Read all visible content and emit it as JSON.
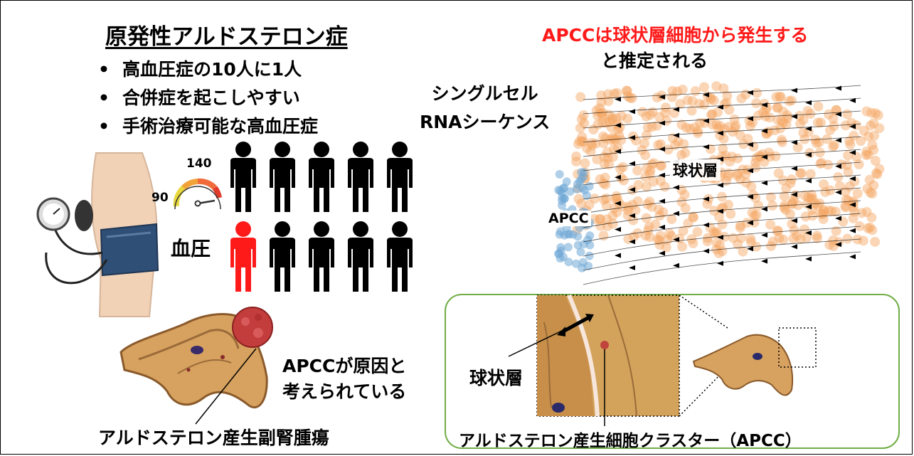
{
  "left_panel": {
    "title": "原発性アルドステロン症",
    "bullets": [
      "高血圧症の10人に1人",
      "合併症を起こしやすい",
      "手術治療可能な高血圧症"
    ],
    "bullet_marker": "•",
    "gauge": {
      "top_value": "140",
      "left_value": "90"
    },
    "bp_label": "血圧",
    "people": {
      "total": 10,
      "highlighted": 1,
      "colors": {
        "normal": "#000000",
        "highlighted": "#ff1a1a"
      }
    },
    "apcc_cause_lines": [
      "APCCが原因と",
      "考えられている"
    ],
    "tumor_label": "アルドステロン産生副腎腫瘍"
  },
  "middle": {
    "method_lines": [
      "シングルセル",
      "RNAシーケンス"
    ]
  },
  "right_panel": {
    "headline_red": "APCCは球状層細胞から発生する",
    "headline_black": "と推定される",
    "umap": {
      "label_zg": "球状層",
      "label_apcc": "APCC",
      "colors": {
        "zg": "#f4a460",
        "apcc": "#6fa8d6",
        "arrows": "#000000"
      }
    }
  },
  "inset": {
    "zg_label": "球状層",
    "cluster_label": "アルドステロン産生細胞クラスター（APCC）",
    "border_color": "#70ad47"
  }
}
